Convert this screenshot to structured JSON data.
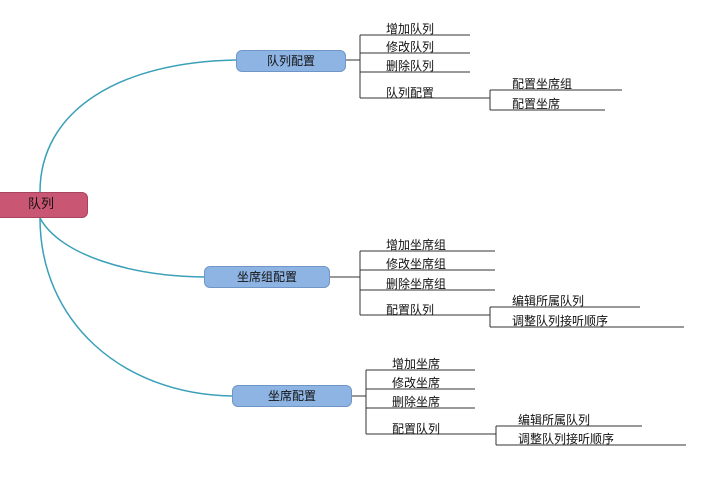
{
  "root": "队列",
  "branches": [
    {
      "label": "队列配置",
      "items": [
        "增加队列",
        "修改队列",
        "删除队列"
      ],
      "group": {
        "label": "队列配置",
        "items": [
          "配置坐席组",
          "配置坐席"
        ]
      }
    },
    {
      "label": "坐席组配置",
      "items": [
        "增加坐席组",
        "修改坐席组",
        "删除坐席组"
      ],
      "group": {
        "label": "配置队列",
        "items": [
          "编辑所属队列",
          "调整队列接听顺序"
        ]
      }
    },
    {
      "label": "坐席配置",
      "items": [
        "增加坐席",
        "修改坐席",
        "删除坐席"
      ],
      "group": {
        "label": "配置队列",
        "items": [
          "编辑所属队列",
          "调整队列接听顺序"
        ]
      }
    }
  ],
  "colors": {
    "root": "#c95773",
    "branch": "#8eb4e3",
    "connector": "#3aa0b8",
    "line": "#333333"
  }
}
